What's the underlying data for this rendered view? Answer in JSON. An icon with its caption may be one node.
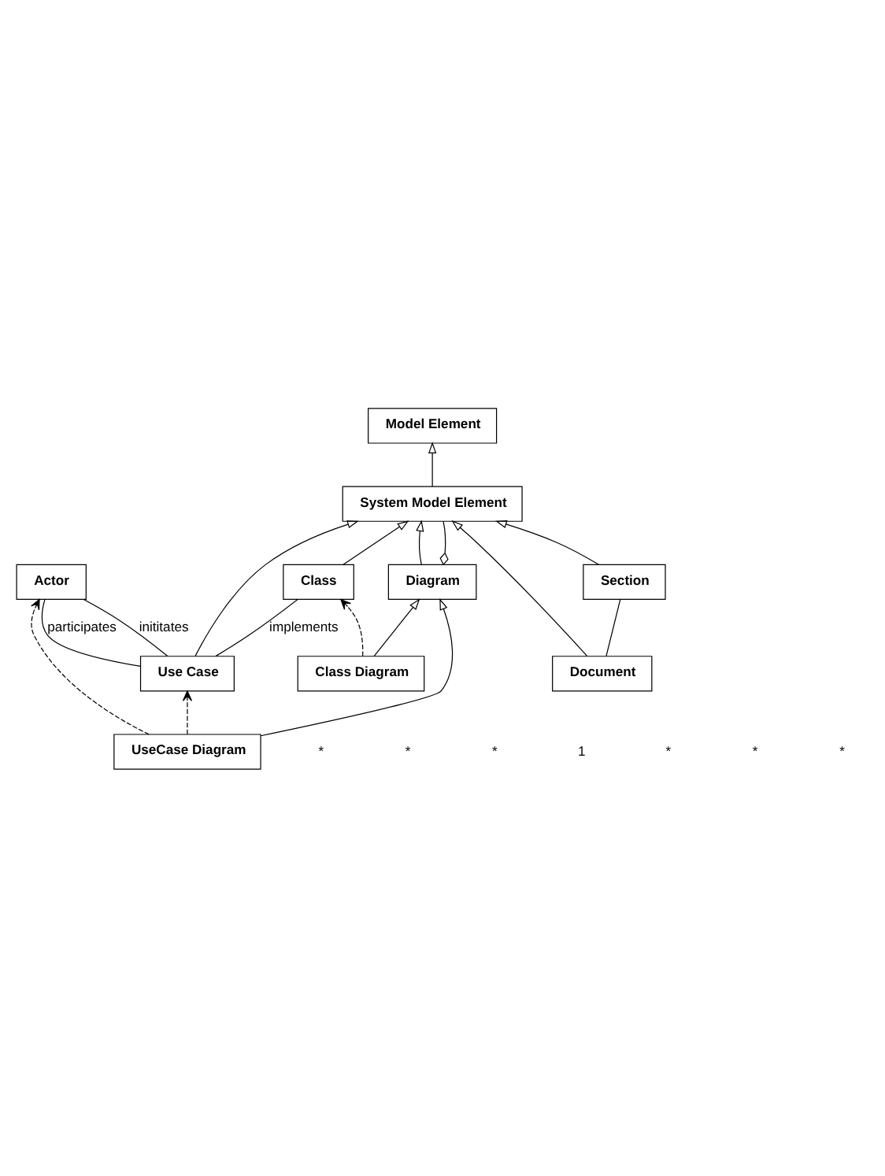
{
  "diagram": {
    "nodes": [
      {
        "text": [
          "Model Element"
        ]
      },
      {
        "text": [
          "System Model Element"
        ]
      },
      {
        "text": [
          "Use Case"
        ]
      },
      {
        "text": [
          "Class"
        ]
      },
      {
        "text": [
          "Actor"
        ]
      },
      {
        "text": [
          "UseCase Diagram"
        ]
      },
      {
        "text": [
          "Class Diagram"
        ]
      },
      {
        "text": [
          "Diagram"
        ]
      },
      {
        "text": [
          "Document"
        ]
      },
      {
        "text": [
          "Section"
        ]
      }
    ],
    "edges": [
      {
        "from": 1,
        "to": 0,
        "arrow": "to"
      },
      {
        "from": 2,
        "to": 1,
        "arrow": "to"
      },
      {
        "from": 3,
        "to": 1,
        "arrow": "to"
      },
      {
        "from": 8,
        "to": 1,
        "arrow": "to"
      },
      {
        "from": 9,
        "to": 1,
        "arrow": "to"
      },
      {
        "from": 7,
        "to": 1,
        "arrow": "to"
      },
      {
        "from": 1,
        "to": 7,
        "arrow": "other"
      },
      {
        "from": 2,
        "to": 4,
        "arrow": "none",
        "label": "participates"
      },
      {
        "from": 2,
        "to": 4,
        "arrow": "none",
        "label": "inititates"
      },
      {
        "from": 2,
        "to": 3,
        "arrow": "none",
        "label": "implements"
      },
      {
        "from": 5,
        "to": 2,
        "arrow": "to",
        "style": "dashed"
      },
      {
        "from": 5,
        "to": 4,
        "arrow": "to",
        "style": "dashed"
      },
      {
        "from": 6,
        "to": 3,
        "arrow": "to",
        "style": "dashed"
      },
      {
        "from": 5,
        "to": 7,
        "arrow": "to"
      },
      {
        "from": 6,
        "to": 7,
        "arrow": "to"
      },
      {
        "from": 8,
        "to": 9,
        "arrow": "none"
      }
    ],
    "labels": [
      "*",
      "*",
      "*",
      "1",
      "*",
      "*",
      "*"
    ]
  }
}
